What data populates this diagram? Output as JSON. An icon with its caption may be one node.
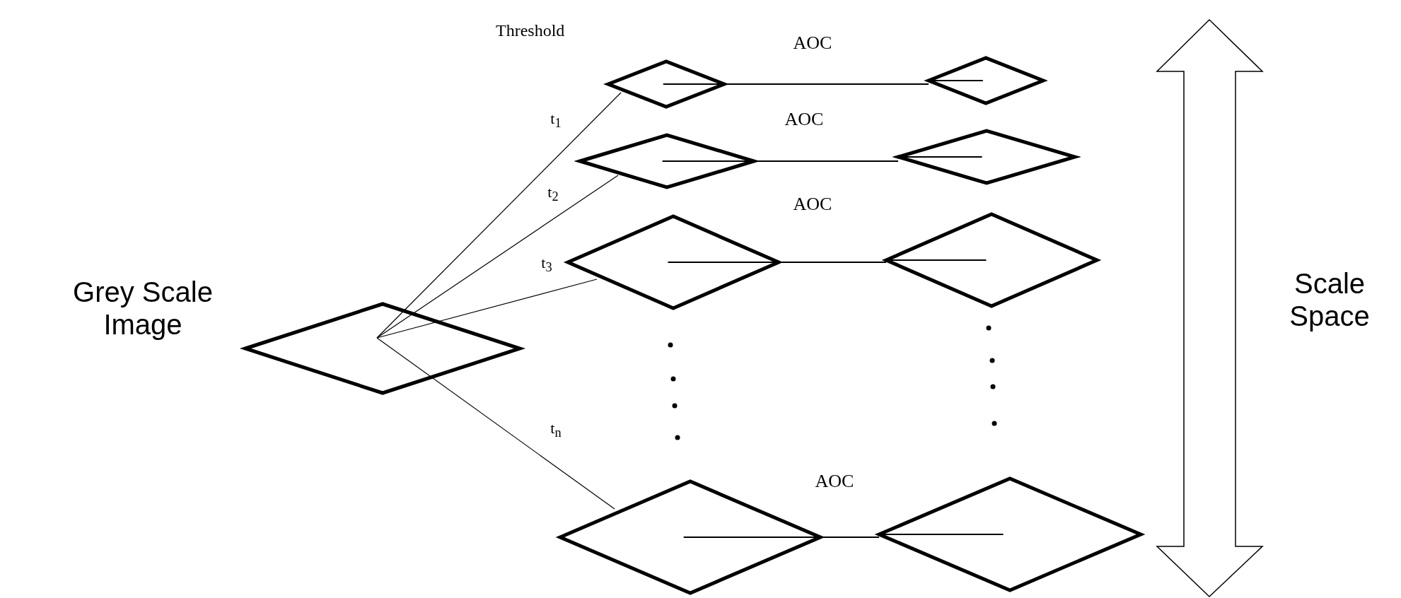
{
  "diagram": {
    "nodes": [
      {
        "text": [],
        "shape": "diamond",
        "beside": [
          "Grey Scale Image"
        ]
      },
      {
        "text": [],
        "shape": "diamond"
      },
      {
        "text": [],
        "shape": "diamond"
      },
      {
        "text": [],
        "shape": "diamond"
      },
      {
        "text": [],
        "shape": "diamond"
      },
      {
        "text": [],
        "shape": "diamond"
      },
      {
        "text": [],
        "shape": "diamond"
      },
      {
        "text": [],
        "shape": "diamond"
      },
      {
        "text": [],
        "shape": "diamond"
      }
    ],
    "edges": [
      {
        "from": 0,
        "to": 1,
        "arrow": "none",
        "label": "t$_{1}$"
      },
      {
        "from": 0,
        "to": 3,
        "arrow": "none",
        "label": "t$_{2}$"
      },
      {
        "from": 0,
        "to": 5,
        "arrow": "none",
        "label": "t$_{3}$"
      },
      {
        "from": 0,
        "to": 7,
        "arrow": "none",
        "label": "t$_{n}$"
      },
      {
        "from": 1,
        "to": 2,
        "arrow": "none",
        "label": "AOC"
      },
      {
        "from": 3,
        "to": 4,
        "arrow": "none",
        "label": "AOC"
      },
      {
        "from": 5,
        "to": 6,
        "arrow": "none",
        "label": "AOC"
      },
      {
        "from": 7,
        "to": 8,
        "arrow": "none",
        "label": "AOC"
      }
    ],
    "labels": [
      "Threshold",
      "Scale Space"
    ]
  }
}
